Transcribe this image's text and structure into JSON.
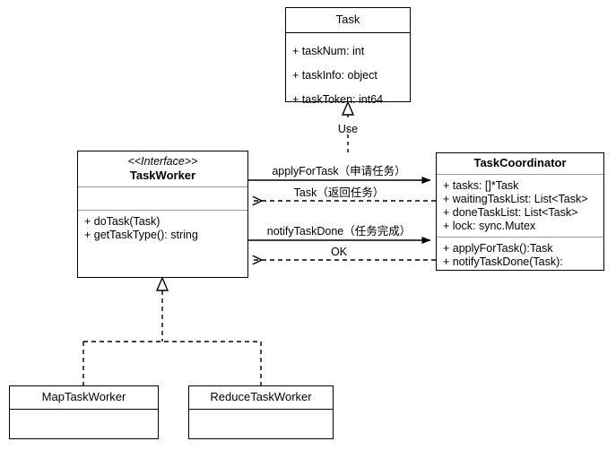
{
  "diagram": {
    "title": "Task scheduling UML class diagram",
    "type": "uml-class-diagram",
    "background_color": "#ffffff",
    "line_color": "#000000"
  },
  "classes": {
    "task": {
      "name": "Task",
      "stereotype": "",
      "attributes": [
        "+ taskNum: int",
        "+ taskInfo: object",
        "+ taskToken: int64"
      ],
      "methods": []
    },
    "task_worker": {
      "name": "TaskWorker",
      "stereotype": "<<Interface>>",
      "attributes": [],
      "methods": [
        "+ doTask(Task)",
        "+ getTaskType(): string"
      ]
    },
    "task_coordinator": {
      "name": "TaskCoordinator",
      "stereotype": "",
      "attributes": [
        "+ tasks: []*Task",
        "+ waitingTaskList: List<Task>",
        "+ doneTaskList: List<Task>",
        "+ lock: sync.Mutex"
      ],
      "methods": [
        "+ applyForTask():Task",
        "+ notifyTaskDone(Task):"
      ]
    },
    "map_task_worker": {
      "name": "MapTaskWorker",
      "stereotype": "",
      "attributes": [],
      "methods": []
    },
    "reduce_task_worker": {
      "name": "ReduceTaskWorker",
      "stereotype": "",
      "attributes": [],
      "methods": []
    }
  },
  "relations": {
    "use_dependency": {
      "label": "Use",
      "from": "TaskCoordinator",
      "to": "Task",
      "style": "dashed",
      "arrow": "hollow-triangle"
    },
    "apply_for_task": {
      "label": "applyForTask（申请任务）",
      "from": "TaskWorker",
      "to": "TaskCoordinator",
      "style": "solid",
      "arrow": "filled-arrow"
    },
    "task_return": {
      "label": "Task（返回任务）",
      "from": "TaskCoordinator",
      "to": "TaskWorker",
      "style": "dashed",
      "arrow": "open-arrow"
    },
    "notify_task_done": {
      "label": "notifyTaskDone（任务完成）",
      "from": "TaskWorker",
      "to": "TaskCoordinator",
      "style": "solid",
      "arrow": "filled-arrow"
    },
    "ok_return": {
      "label": "OK",
      "from": "TaskCoordinator",
      "to": "TaskWorker",
      "style": "dashed",
      "arrow": "open-arrow"
    },
    "realization_map": {
      "label": "",
      "from": "MapTaskWorker",
      "to": "TaskWorker",
      "style": "dashed",
      "arrow": "hollow-triangle"
    },
    "realization_reduce": {
      "label": "",
      "from": "ReduceTaskWorker",
      "to": "TaskWorker",
      "style": "dashed",
      "arrow": "hollow-triangle"
    }
  }
}
